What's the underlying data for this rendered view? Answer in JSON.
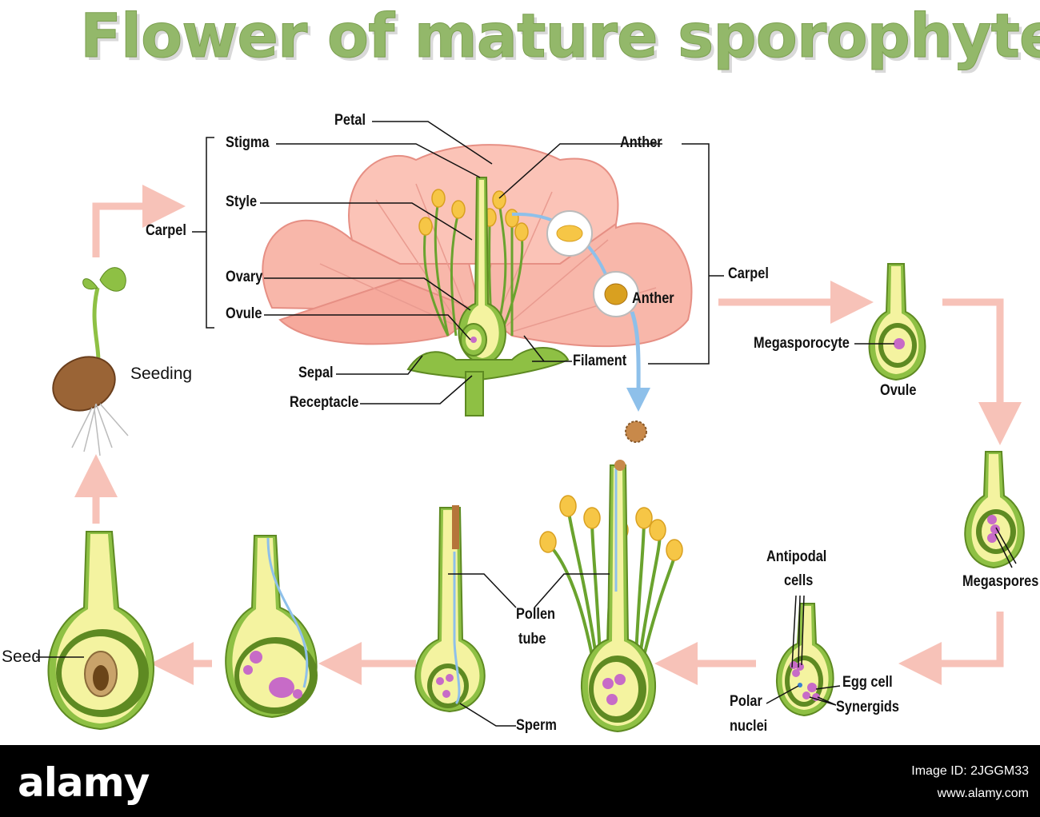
{
  "title": "Flower of mature sporophyte",
  "labels": {
    "petal": "Petal",
    "stigma": "Stigma",
    "style": "Style",
    "carpel_left": "Carpel",
    "ovary": "Ovary",
    "ovule_top": "Ovule",
    "sepal": "Sepal",
    "receptacle": "Receptacle",
    "anther_top": "Anther",
    "carpel_right": "Carpel",
    "anther_inset": "Anther",
    "filament": "Filament",
    "seeding": "Seeding",
    "megasporocyte": "Megasporocyte",
    "ovule_right": "Ovule",
    "megaspores": "Megaspores",
    "antipodal_1": "Antipodal",
    "antipodal_2": "cells",
    "egg_cell": "Egg  cell",
    "synergids": "Synergids",
    "polar_1": "Polar",
    "polar_2": "nuclei",
    "pollen_1": "Pollen",
    "pollen_2": "tube",
    "sperm": "Sperm",
    "seed": "Seed"
  },
  "colors": {
    "title": "#93b86a",
    "petal": "#f6b4a8",
    "ovule_outer": "#8ec044",
    "ovule_inner": "#f4f3a0",
    "arrow": "#f7c2b8",
    "anther": "#f6c646",
    "nucleus": "#c76bc7"
  },
  "footer": {
    "logo": "alamy",
    "image_id": "Image ID: 2JGGM33",
    "url": "www.alamy.com"
  }
}
